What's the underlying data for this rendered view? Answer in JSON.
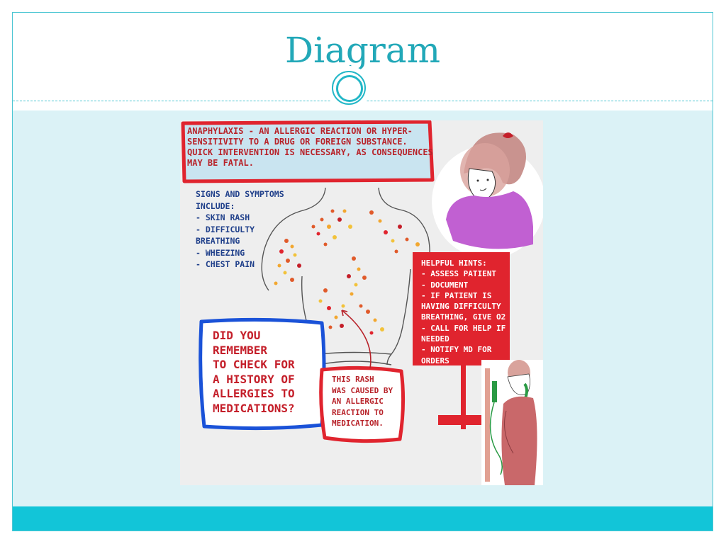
{
  "slide": {
    "title": "Diagram"
  },
  "diagram": {
    "anaphylaxis_box": "ANAPHYLAXIS - AN ALLERGIC REACTION OR HYPER-\nSENSITIVITY TO A DRUG OR FOREIGN SUBSTANCE.\nQUICK INTERVENTION IS NECESSARY, AS CONSEQUENCES\nMAY BE FATAL.",
    "signs_text": "SIGNS AND SYMPTOMS\nINCLUDE:\n- SKIN RASH\n- DIFFICULTY\n  BREATHING\n- WHEEZING\n- CHEST PAIN",
    "reminder_box": "DID YOU\nREMEMBER\nTO CHECK FOR\nA HISTORY OF\nALLERGIES TO\nMEDICATIONS?",
    "rash_note": "THIS RASH\nWAS CAUSED BY\nAN ALLERGIC\nREACTION TO\nMEDICATION.",
    "hints_sign": "HELPFUL HINTS:\n- ASSESS PATIENT\n- DOCUMENT\n- IF  PATIENT IS\nHAVING DIFFICULTY\nBREATHING, GIVE O2\n- CALL FOR HELP IF\n  NEEDED\n- NOTIFY MD FOR\n  ORDERS"
  },
  "colors": {
    "accent": "#22a8b8",
    "body_background": "#dbf2f6",
    "footer": "#12c5d8",
    "warning_red": "#e0242e",
    "reminder_blue": "#1a52d8"
  }
}
